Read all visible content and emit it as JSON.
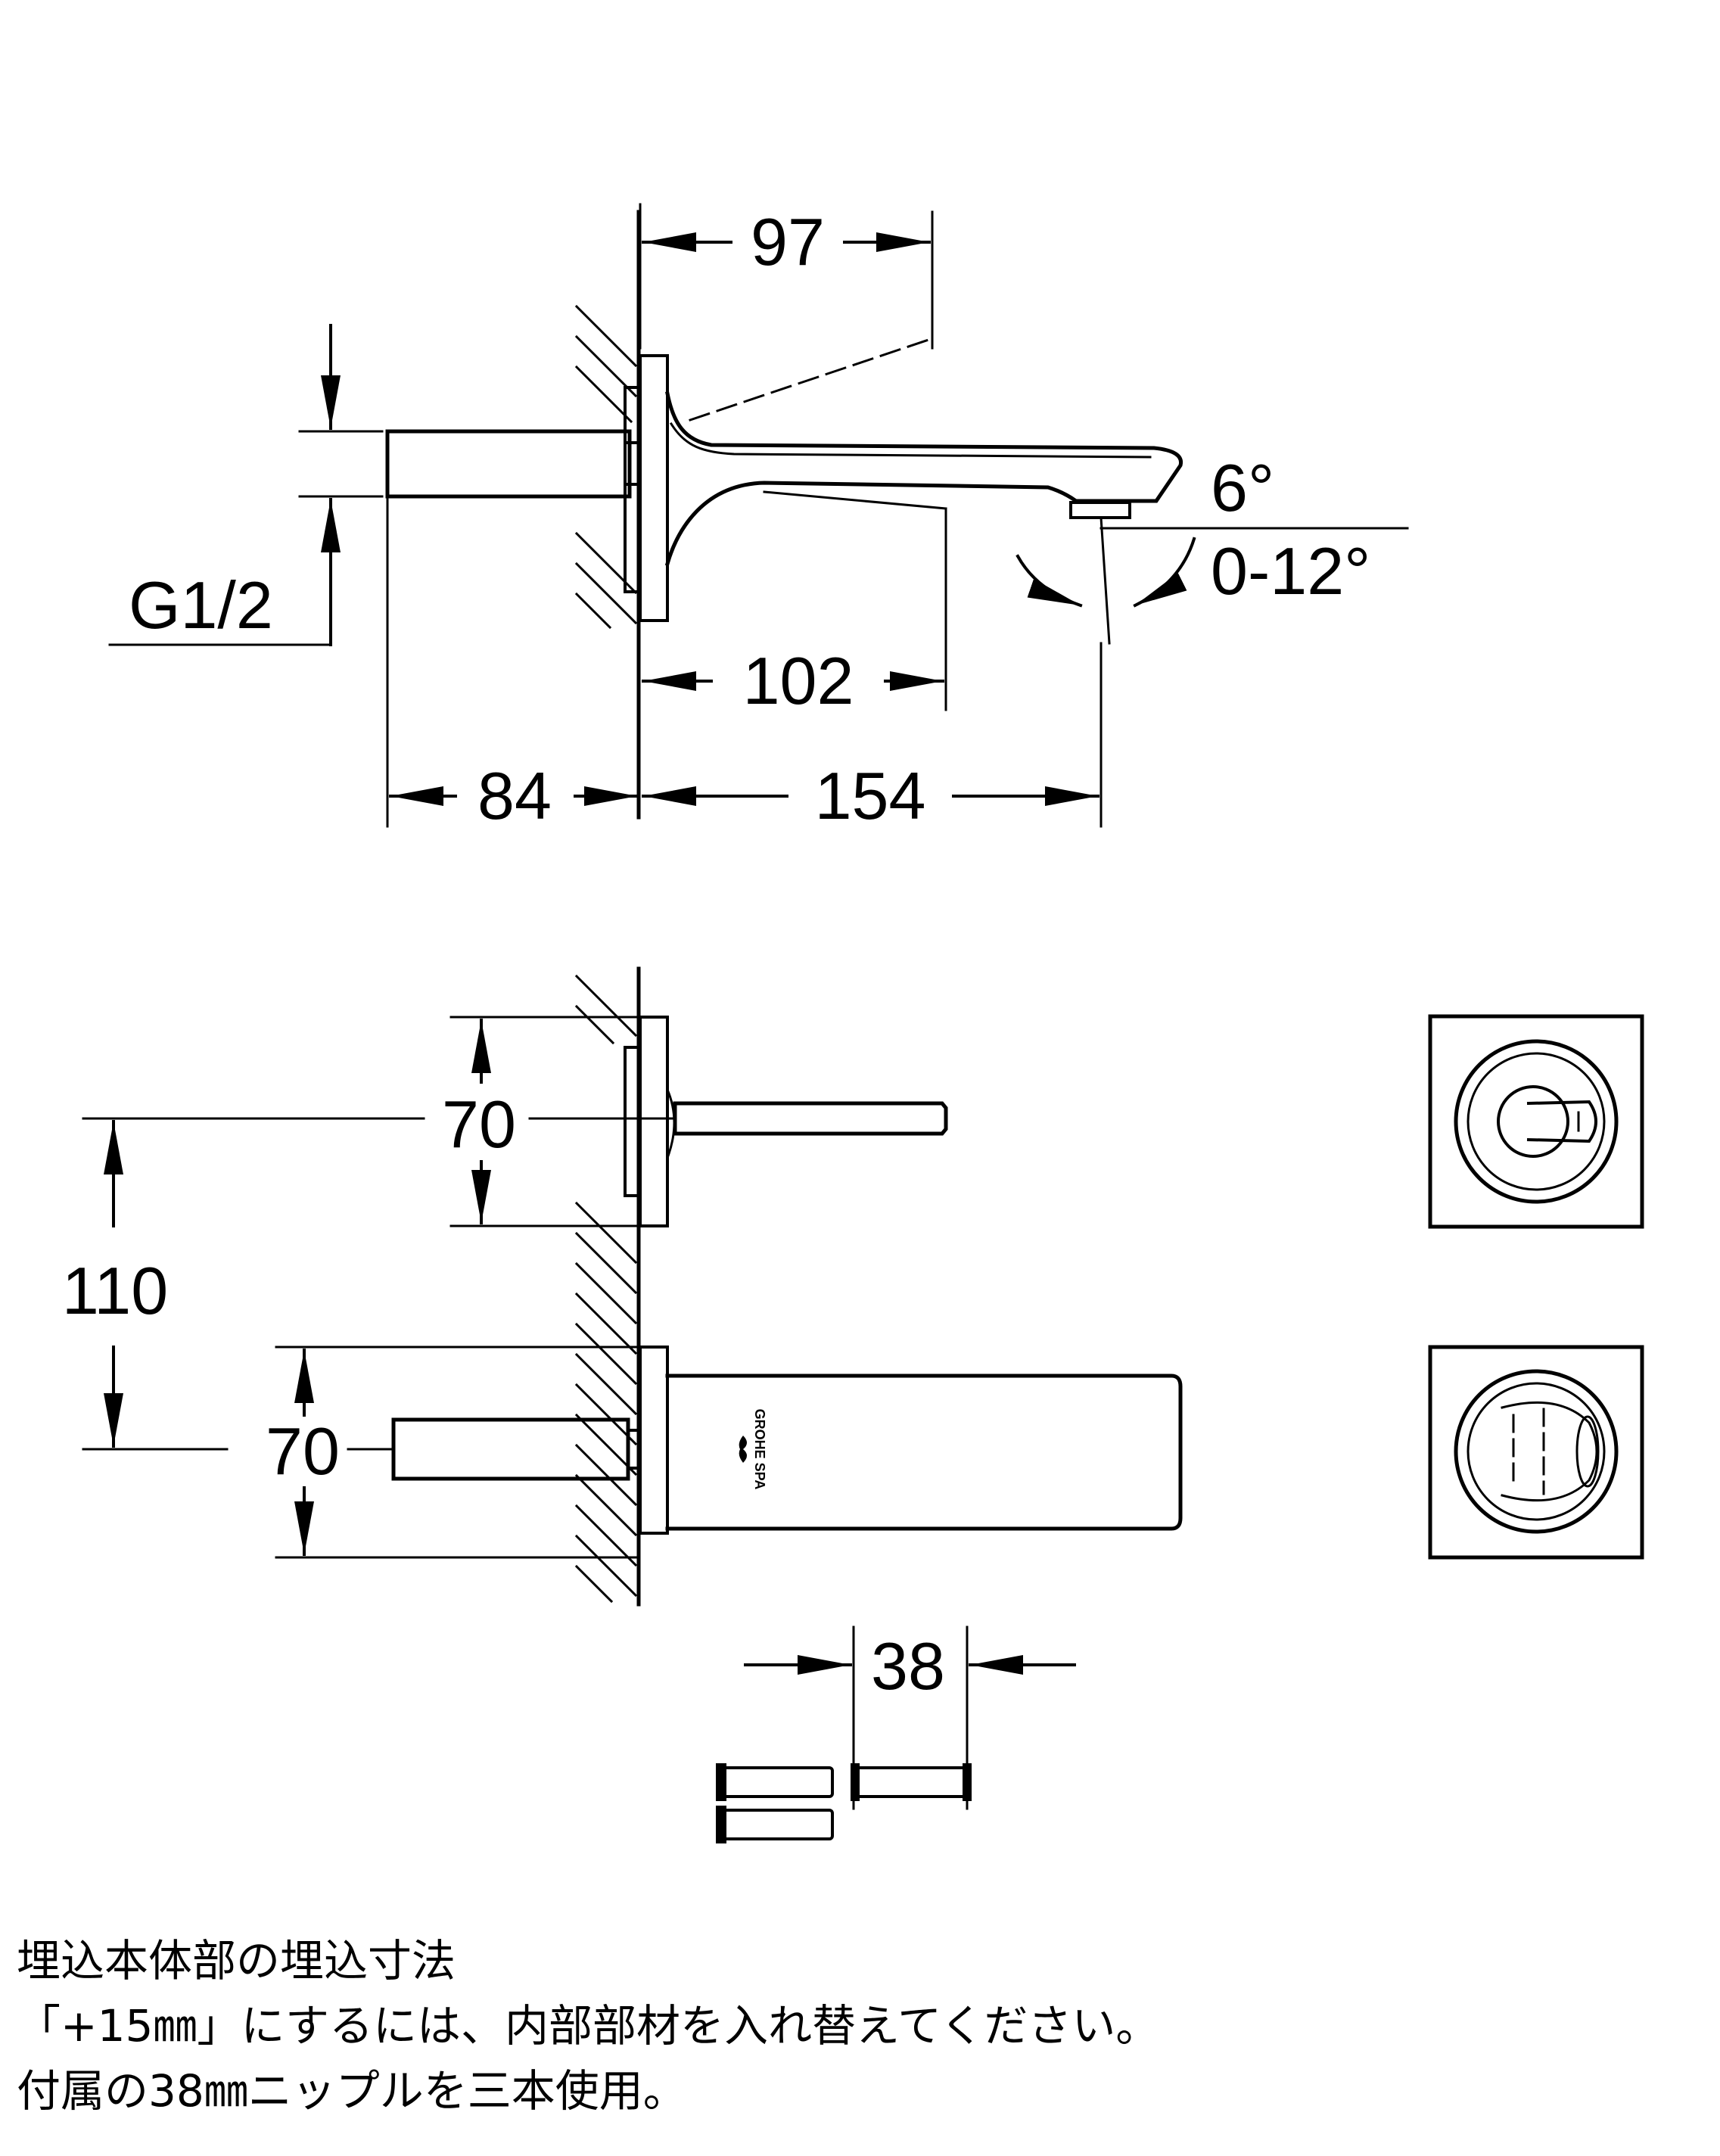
{
  "dimensions": {
    "spout_reach_angled": "97",
    "angle_nominal": "6°",
    "angle_range": "0-12°",
    "thread": "G1/2",
    "spout_lower_reach": "102",
    "body_depth": "84",
    "spout_projection": "154",
    "plate_height_upper": "70",
    "center_distance": "110",
    "plate_height_lower": "70",
    "nipple_length": "38"
  },
  "logo_text": "GROHE SPA",
  "notes": [
    "埋込本体部の埋込寸法",
    "「+15㎜」にするには、内部部材を入れ替えてください。",
    "付属の38㎜ニップルを三本使用。"
  ]
}
